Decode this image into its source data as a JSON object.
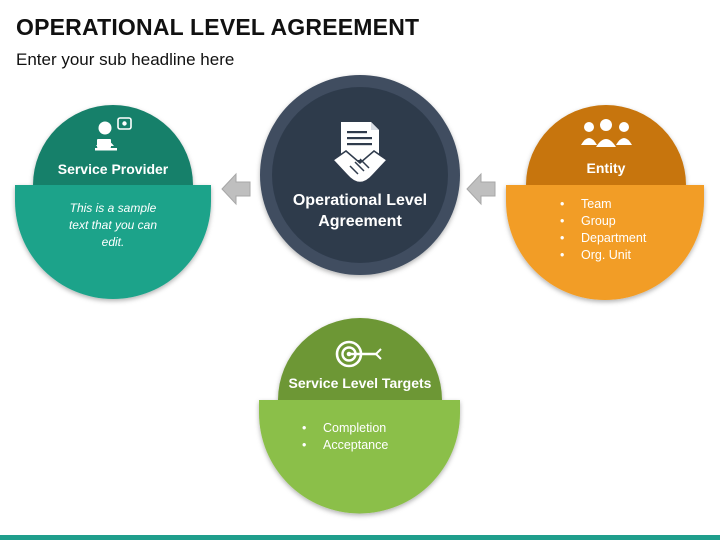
{
  "title": "OPERATIONAL LEVEL AGREEMENT",
  "subtitle": "Enter your sub headline here",
  "center": {
    "label": "Operational Level Agreement",
    "icon": "document-handshake-icon"
  },
  "service_provider": {
    "title": "Service Provider",
    "icon": "person-at-laptop-icon",
    "body": "This is a sample text that you can edit.",
    "color_dark": "#17806b",
    "color_light": "#1fa38a"
  },
  "entity": {
    "title": "Entity",
    "icon": "group-of-people-icon",
    "items": [
      "Team",
      "Group",
      "Department",
      "Org. Unit"
    ],
    "color_dark": "#c77408",
    "color_light": "#f29d25"
  },
  "service_level_targets": {
    "title": "Service Level Targets",
    "icon": "target-with-arrow-icon",
    "items": [
      "Completion",
      "Acceptance"
    ],
    "color_dark": "#6d9734",
    "color_light": "#8bbf4a"
  },
  "colors": {
    "center_circle": "#2f3b4c",
    "center_ring": "#3f4d61",
    "arrow": "#bfbfbf",
    "bottom_bar": "#1f9e8c"
  }
}
